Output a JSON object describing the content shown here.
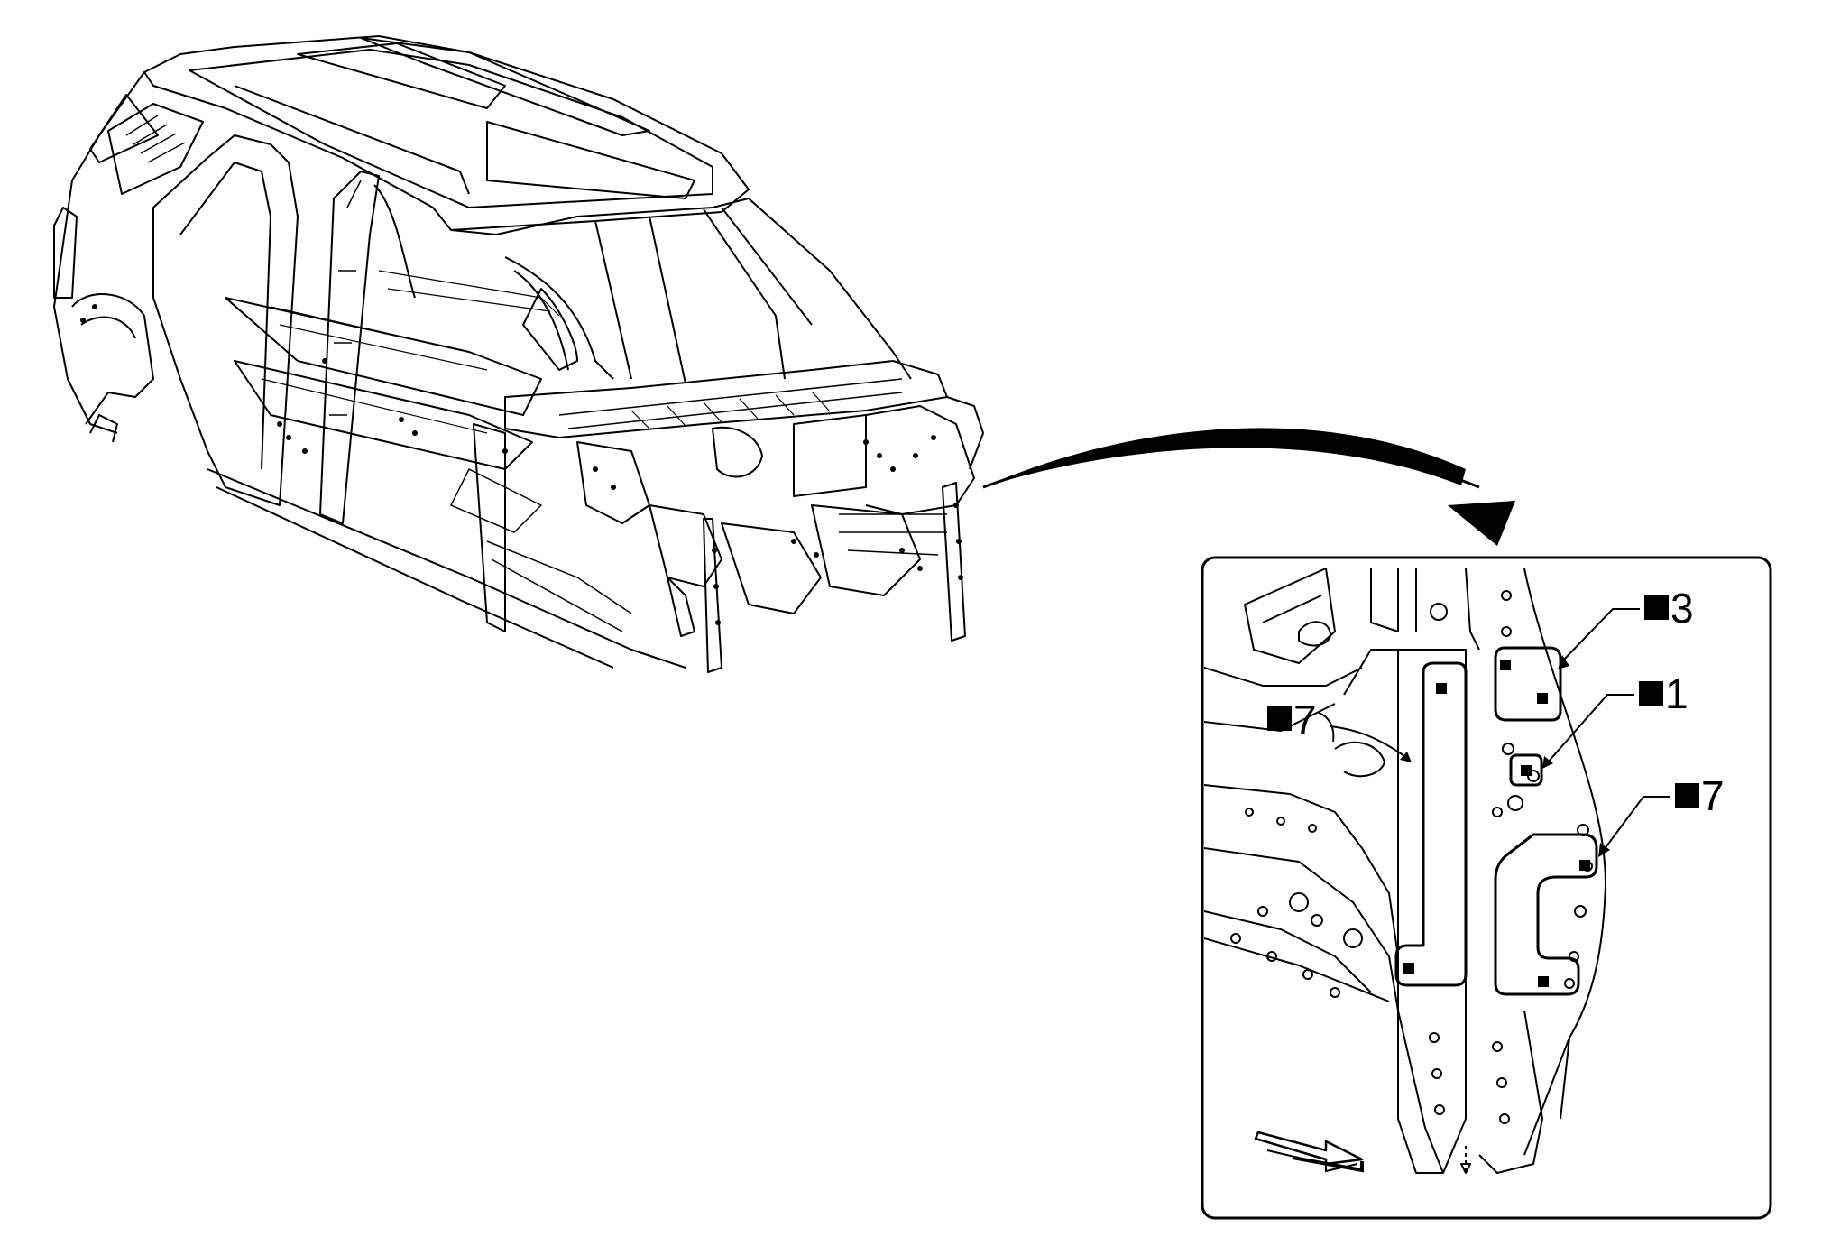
{
  "callouts": [
    {
      "id": "c3",
      "marker": "■",
      "number": "3"
    },
    {
      "id": "c1",
      "marker": "■",
      "number": "1"
    },
    {
      "id": "c7a",
      "marker": "■",
      "number": "7"
    },
    {
      "id": "c7b",
      "marker": "■",
      "number": "7"
    }
  ],
  "icons": {
    "direction_arrow": "front-direction-arrow-icon",
    "pointer_arrow": "curved-pointer-arrow-icon",
    "weld_marker": "square-weld-marker-icon"
  },
  "colors": {
    "line": "#000000",
    "background": "#ffffff"
  }
}
